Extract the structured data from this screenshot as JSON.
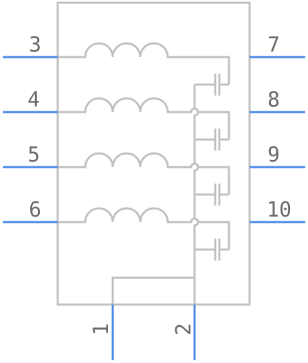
{
  "component": {
    "body_color": "#c0c0c0",
    "pin_color": "#4a88e8",
    "label_color": "#6a6a6a"
  },
  "pins": {
    "p1": "1",
    "p2": "2",
    "p3": "3",
    "p4": "4",
    "p5": "5",
    "p6": "6",
    "p7": "7",
    "p8": "8",
    "p9": "9",
    "p10": "10"
  }
}
